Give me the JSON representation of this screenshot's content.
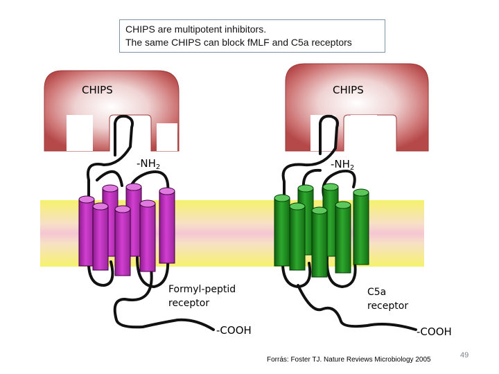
{
  "caption": {
    "line1": "CHIPS are multipotent inhibitors.",
    "line2": "The same CHIPS can block fMLF and C5a receptors"
  },
  "chips_left_label": "CHIPS",
  "chips_right_label": "CHIPS",
  "left_receptor": {
    "nh2_prefix": "-NH",
    "nh2_sub": "2",
    "name_line1": "Formyl-peptid",
    "name_line2": "receptor",
    "cooh": "-COOH",
    "color": "#c832c8"
  },
  "right_receptor": {
    "nh2_prefix": "-NH",
    "nh2_sub": "2",
    "name_line1": "C5a",
    "name_line2": "receptor",
    "cooh": "-COOH",
    "color": "#1f8f1f"
  },
  "source": "Forrás: Foster TJ. Nature Reviews Microbiology 2005",
  "slide_number": "49",
  "colors": {
    "chips_fill": "#c25c5c",
    "membrane_yellow": "#f5f06a",
    "membrane_pink": "#f6c8d4"
  }
}
